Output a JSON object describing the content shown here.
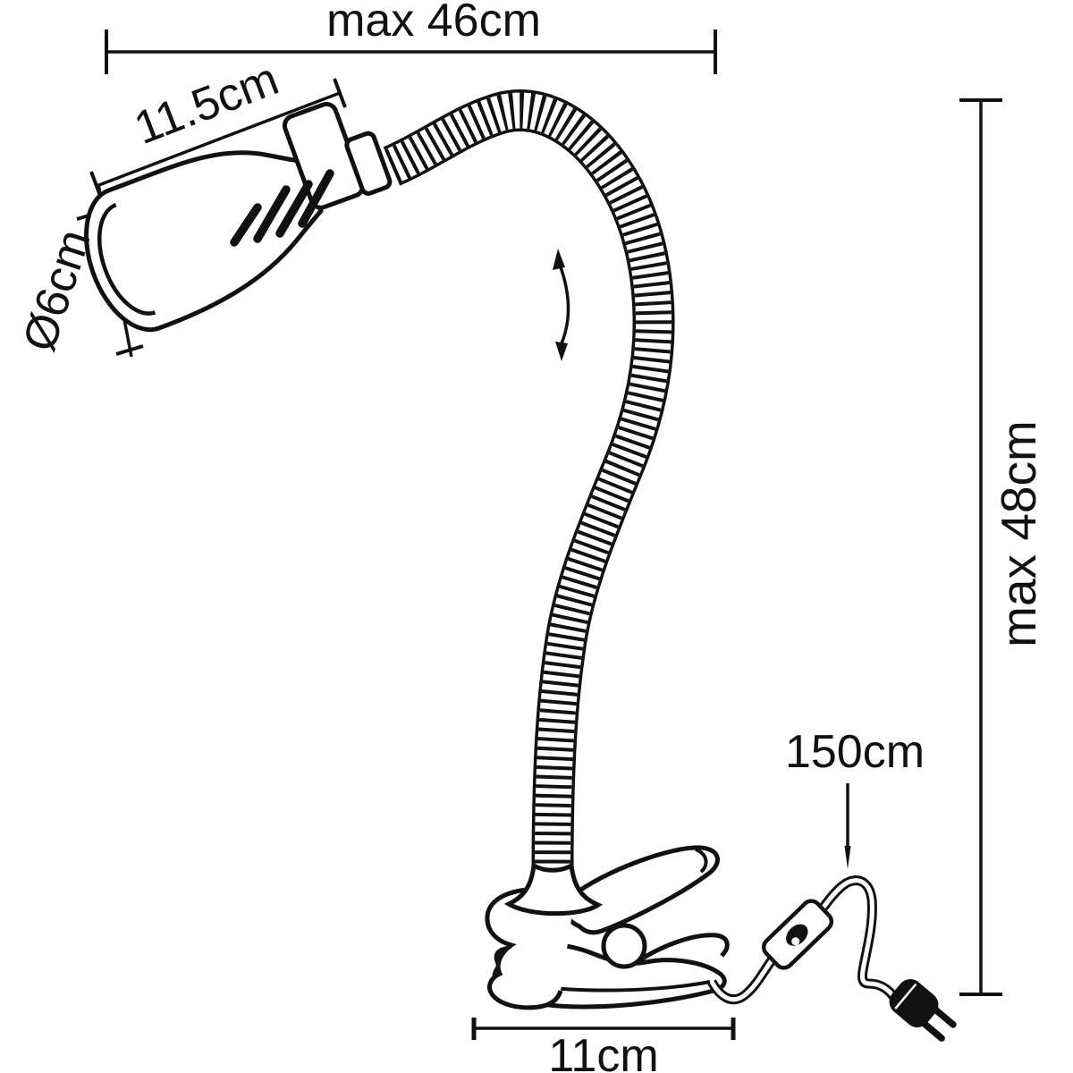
{
  "colors": {
    "background": "#ffffff",
    "line": "#111111"
  },
  "labels": {
    "max_width": "max 46cm",
    "head_length": "11.5cm",
    "head_diameter": "Ø6cm",
    "max_height": "max 48cm",
    "cable_length": "150cm",
    "clamp_width": "11cm"
  }
}
